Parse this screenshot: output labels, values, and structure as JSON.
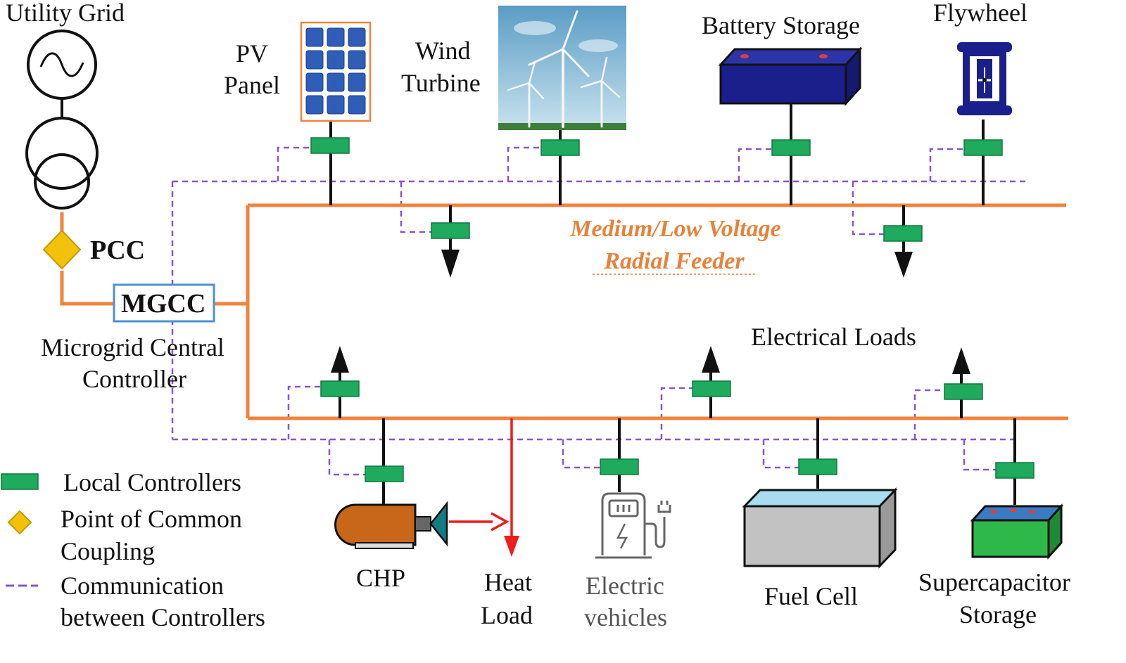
{
  "diagram": {
    "labels": {
      "utility_grid": "Utility Grid",
      "pv_line1": "PV",
      "pv_line2": "Panel",
      "wind_line1": "Wind",
      "wind_line2": "Turbine",
      "battery": "Battery Storage",
      "flywheel": "Flywheel",
      "pcc": "PCC",
      "mgcc": "MGCC",
      "mgcc_desc_line1": "Microgrid Central",
      "mgcc_desc_line2": "Controller",
      "feeder_line1": "Medium/Low Voltage",
      "feeder_line2": "Radial Feeder",
      "electrical_loads": "Electrical Loads",
      "chp": "CHP",
      "heat_line1": "Heat",
      "heat_line2": "Load",
      "ev_line1": "Electric",
      "ev_line2": "vehicles",
      "fuel_cell": "Fuel Cell",
      "supercap_line1": "Supercapacitor",
      "supercap_line2": "Storage"
    },
    "legend": {
      "local_controllers": "Local Controllers",
      "pcc_line1": "Point of Common",
      "pcc_line2": "Coupling",
      "comm_line1": "Communication",
      "comm_line2": "between Controllers"
    },
    "colors": {
      "feeder": "#f0843c",
      "controller": "#1faa5e",
      "communication": "#8a55c8",
      "pcc": "#f2c20a",
      "heat_arrow": "#ee1c1c",
      "battery": "#1a1f8c",
      "supercap": "#2fb84a",
      "chp": "#c8661a"
    }
  }
}
